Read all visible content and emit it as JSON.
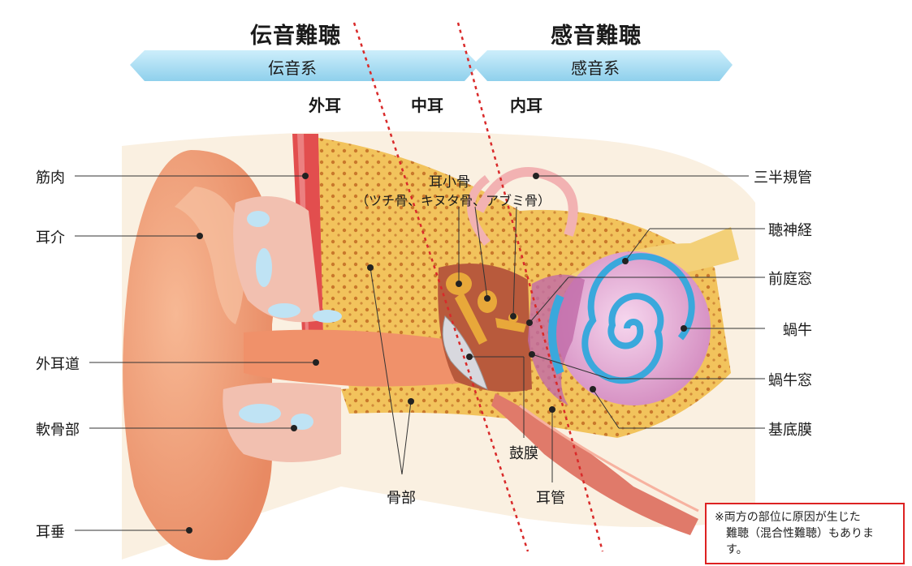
{
  "headings": {
    "conductive_hearing_loss": "伝音難聴",
    "sensorineural_hearing_loss": "感音難聴"
  },
  "bands": {
    "conductive_system": "伝音系",
    "sensorineural_system": "感音系"
  },
  "regions": {
    "outer_ear": "外耳",
    "middle_ear": "中耳",
    "inner_ear": "内耳"
  },
  "labels": {
    "muscle": "筋肉",
    "auricle": "耳介",
    "ear_canal": "外耳道",
    "cartilage": "軟骨部",
    "earlobe": "耳垂",
    "ossicles_line1": "耳小骨",
    "ossicles_line2": "（ツチ骨、キヌタ骨、アブミ骨）",
    "bone": "骨部",
    "eardrum": "鼓膜",
    "eustachian_tube": "耳管",
    "semicircular_canals": "三半規管",
    "auditory_nerve": "聴神経",
    "oval_window": "前庭窓",
    "cochlea": "蝸牛",
    "round_window": "蝸牛窓",
    "basilar_membrane": "基底膜"
  },
  "note": {
    "line1": "※両方の部位に原因が生じた",
    "line2": "難聴（混合性難聴）もあります。"
  },
  "colors": {
    "band": "#a8dcf0",
    "divider": "#d92a2a",
    "skin": "#f2a07a",
    "bone": "#f3c35a",
    "cochlea": "#e8b4d8",
    "fluid": "#3aa8dc"
  }
}
